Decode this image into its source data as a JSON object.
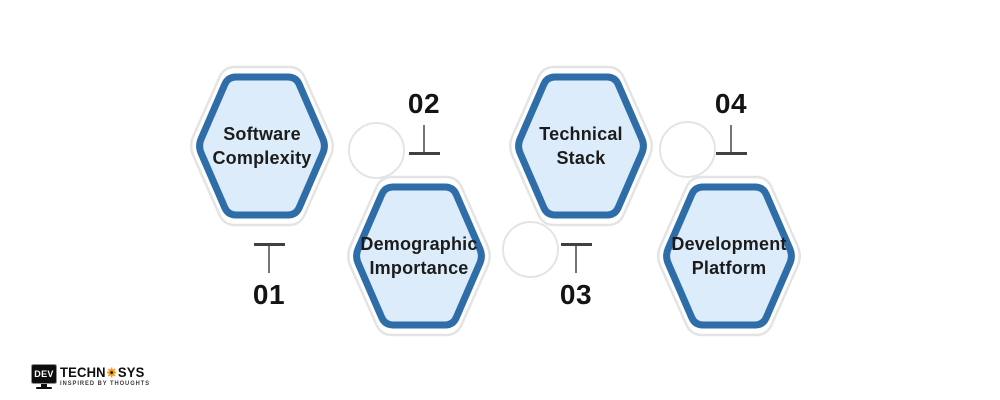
{
  "colors": {
    "background": "#ffffff",
    "hex_fill": "#ddecfa",
    "hex_border": "#2e6da8",
    "hex_outer_fill": "#ffffff",
    "hex_outer_border": "#e4e4e4",
    "connector_border": "#e4e4e4",
    "label_text": "#1c1c1c",
    "number_text": "#141414",
    "marker_bar": "#414141",
    "marker_stem": "#757575",
    "logo_black": "#0e0e0e",
    "logo_accent": "#f49c1d",
    "logo_tagline": "#3a3a3a"
  },
  "steps": [
    {
      "number": "01",
      "line1": "Software",
      "line2": "Complexity",
      "number_position": "below"
    },
    {
      "number": "02",
      "line1": "Demographic",
      "line2": "Importance",
      "number_position": "above"
    },
    {
      "number": "03",
      "line1": "Technical",
      "line2": "Stack",
      "number_position": "below"
    },
    {
      "number": "04",
      "line1": "Development",
      "line2": "Platform",
      "number_position": "above"
    }
  ],
  "logo": {
    "monitor_text": "DEV",
    "name_prefix": "TECHN",
    "name_suffix": "SYS",
    "gear_icon": "gear-icon",
    "tagline": "INSPIRED BY THOUGHTS"
  }
}
